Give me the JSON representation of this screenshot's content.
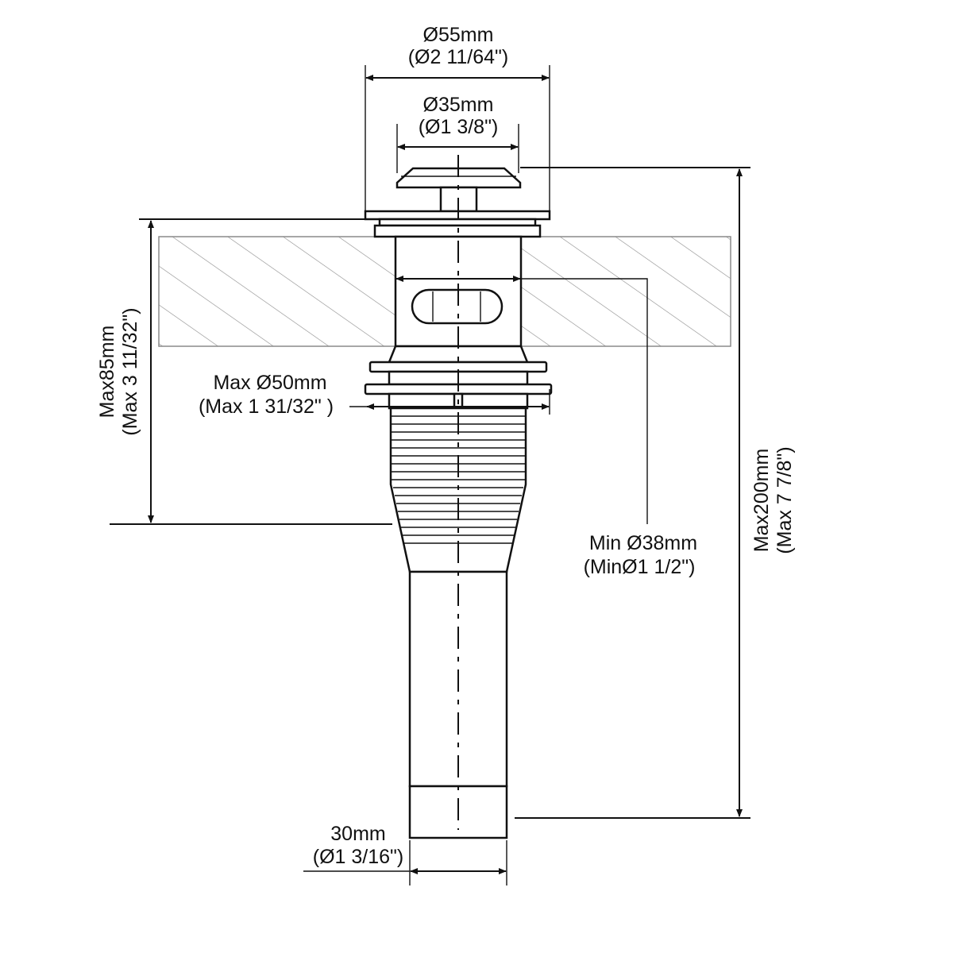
{
  "dimensions": {
    "cap_outer": {
      "mm": "Ø55mm",
      "inch": "(Ø2 11/64\")"
    },
    "cap_inner": {
      "mm": "Ø35mm",
      "inch": "(Ø1 3/8\")"
    },
    "thread_max": {
      "mm": "Max Ø50mm",
      "inch": "(Max 1 31/32\" )"
    },
    "body_min": {
      "mm": "Min Ø38mm",
      "inch": "(MinØ1 1/2\")"
    },
    "tail": {
      "mm": "30mm",
      "inch": "(Ø1 3/16\")"
    },
    "height_left": {
      "mm": "Max85mm",
      "inch": "(Max 3 11/32\")"
    },
    "height_right": {
      "mm": "Max200mm",
      "inch": "(Max 7 7/8\")"
    }
  },
  "colors": {
    "line": "#111111",
    "background": "#ffffff"
  }
}
